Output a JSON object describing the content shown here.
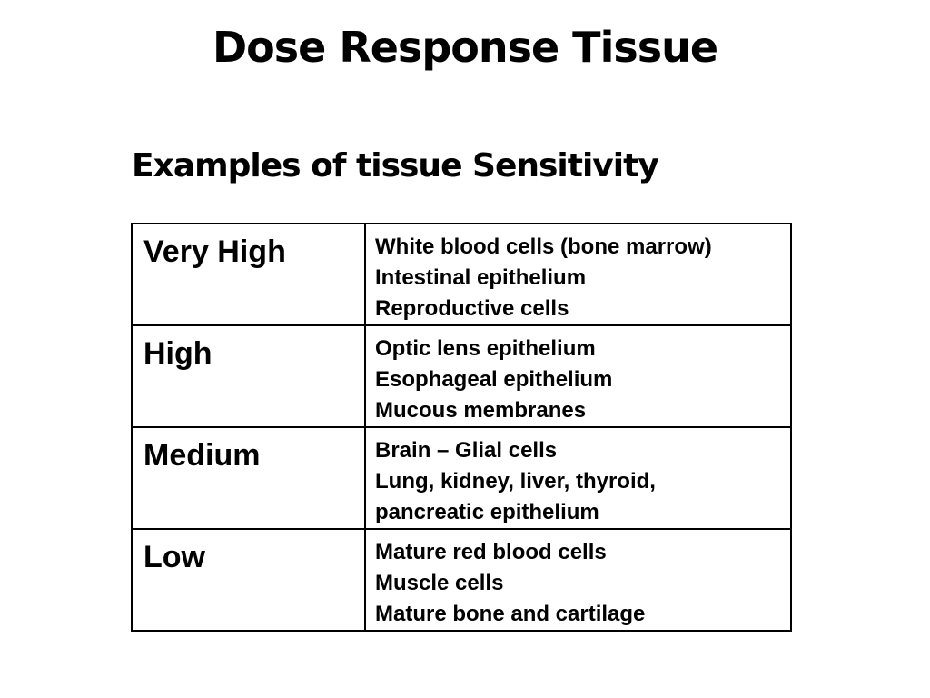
{
  "title": "Dose Response Tissue",
  "subtitle": "Examples of tissue Sensitivity",
  "table": {
    "rows": [
      {
        "level": "Very High",
        "examples": [
          "White blood cells (bone marrow)",
          "Intestinal epithelium",
          "Reproductive cells"
        ]
      },
      {
        "level": "High",
        "examples": [
          "Optic lens epithelium",
          "Esophageal epithelium",
          "Mucous membranes"
        ]
      },
      {
        "level": "Medium",
        "examples": [
          "Brain – Glial cells",
          "Lung, kidney, liver, thyroid,",
          "pancreatic epithelium"
        ]
      },
      {
        "level": "Low",
        "examples": [
          "Mature red blood cells",
          "Muscle cells",
          "Mature bone and cartilage"
        ]
      }
    ]
  }
}
